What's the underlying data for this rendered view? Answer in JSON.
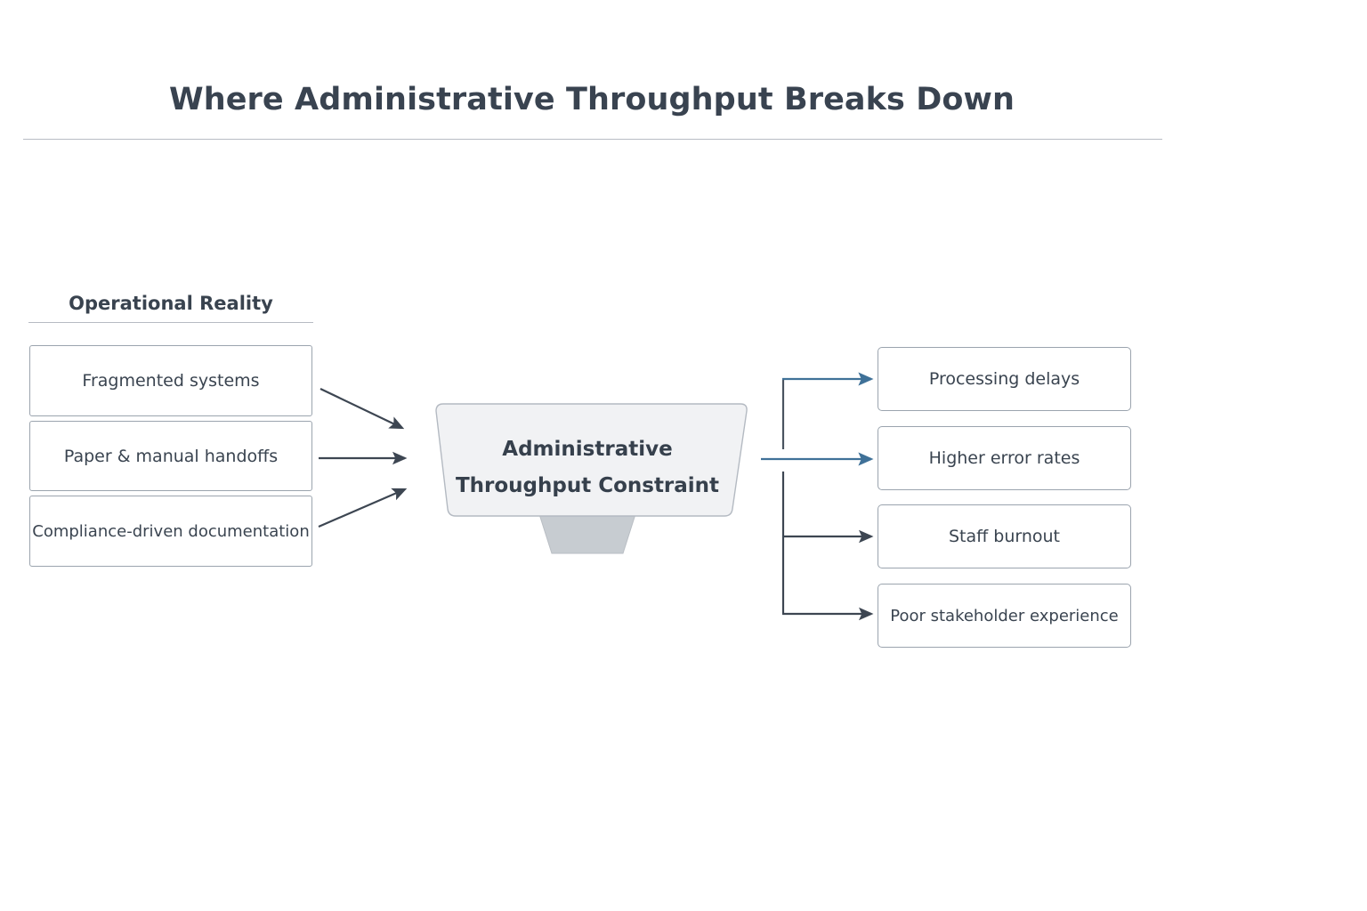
{
  "slide": {
    "title": "Where Administrative Throughput Breaks Down"
  },
  "left_column": {
    "header": "Operational Reality",
    "items": [
      {
        "label": "Fragmented systems"
      },
      {
        "label": "Paper & manual handoffs"
      },
      {
        "label": "Compliance-driven documentation"
      }
    ]
  },
  "center": {
    "line1": "Administrative",
    "line2": "Throughput Constraint"
  },
  "right_column": {
    "items": [
      {
        "label": "Processing delays"
      },
      {
        "label": "Higher error rates"
      },
      {
        "label": "Staff burnout"
      },
      {
        "label": "Poor stakeholder experience"
      }
    ]
  },
  "colors": {
    "text_dark": "#3a4450",
    "title_text": "#394350",
    "box_border": "#9ba4ae",
    "rule": "#b9bcc4",
    "funnel_fill": "#f1f2f4",
    "funnel_border": "#b4bac2",
    "funnel_neck": "#c7ccd1",
    "arrow_dark": "#3d4652",
    "arrow_blue": "#3f7198",
    "background": "#ffffff"
  }
}
